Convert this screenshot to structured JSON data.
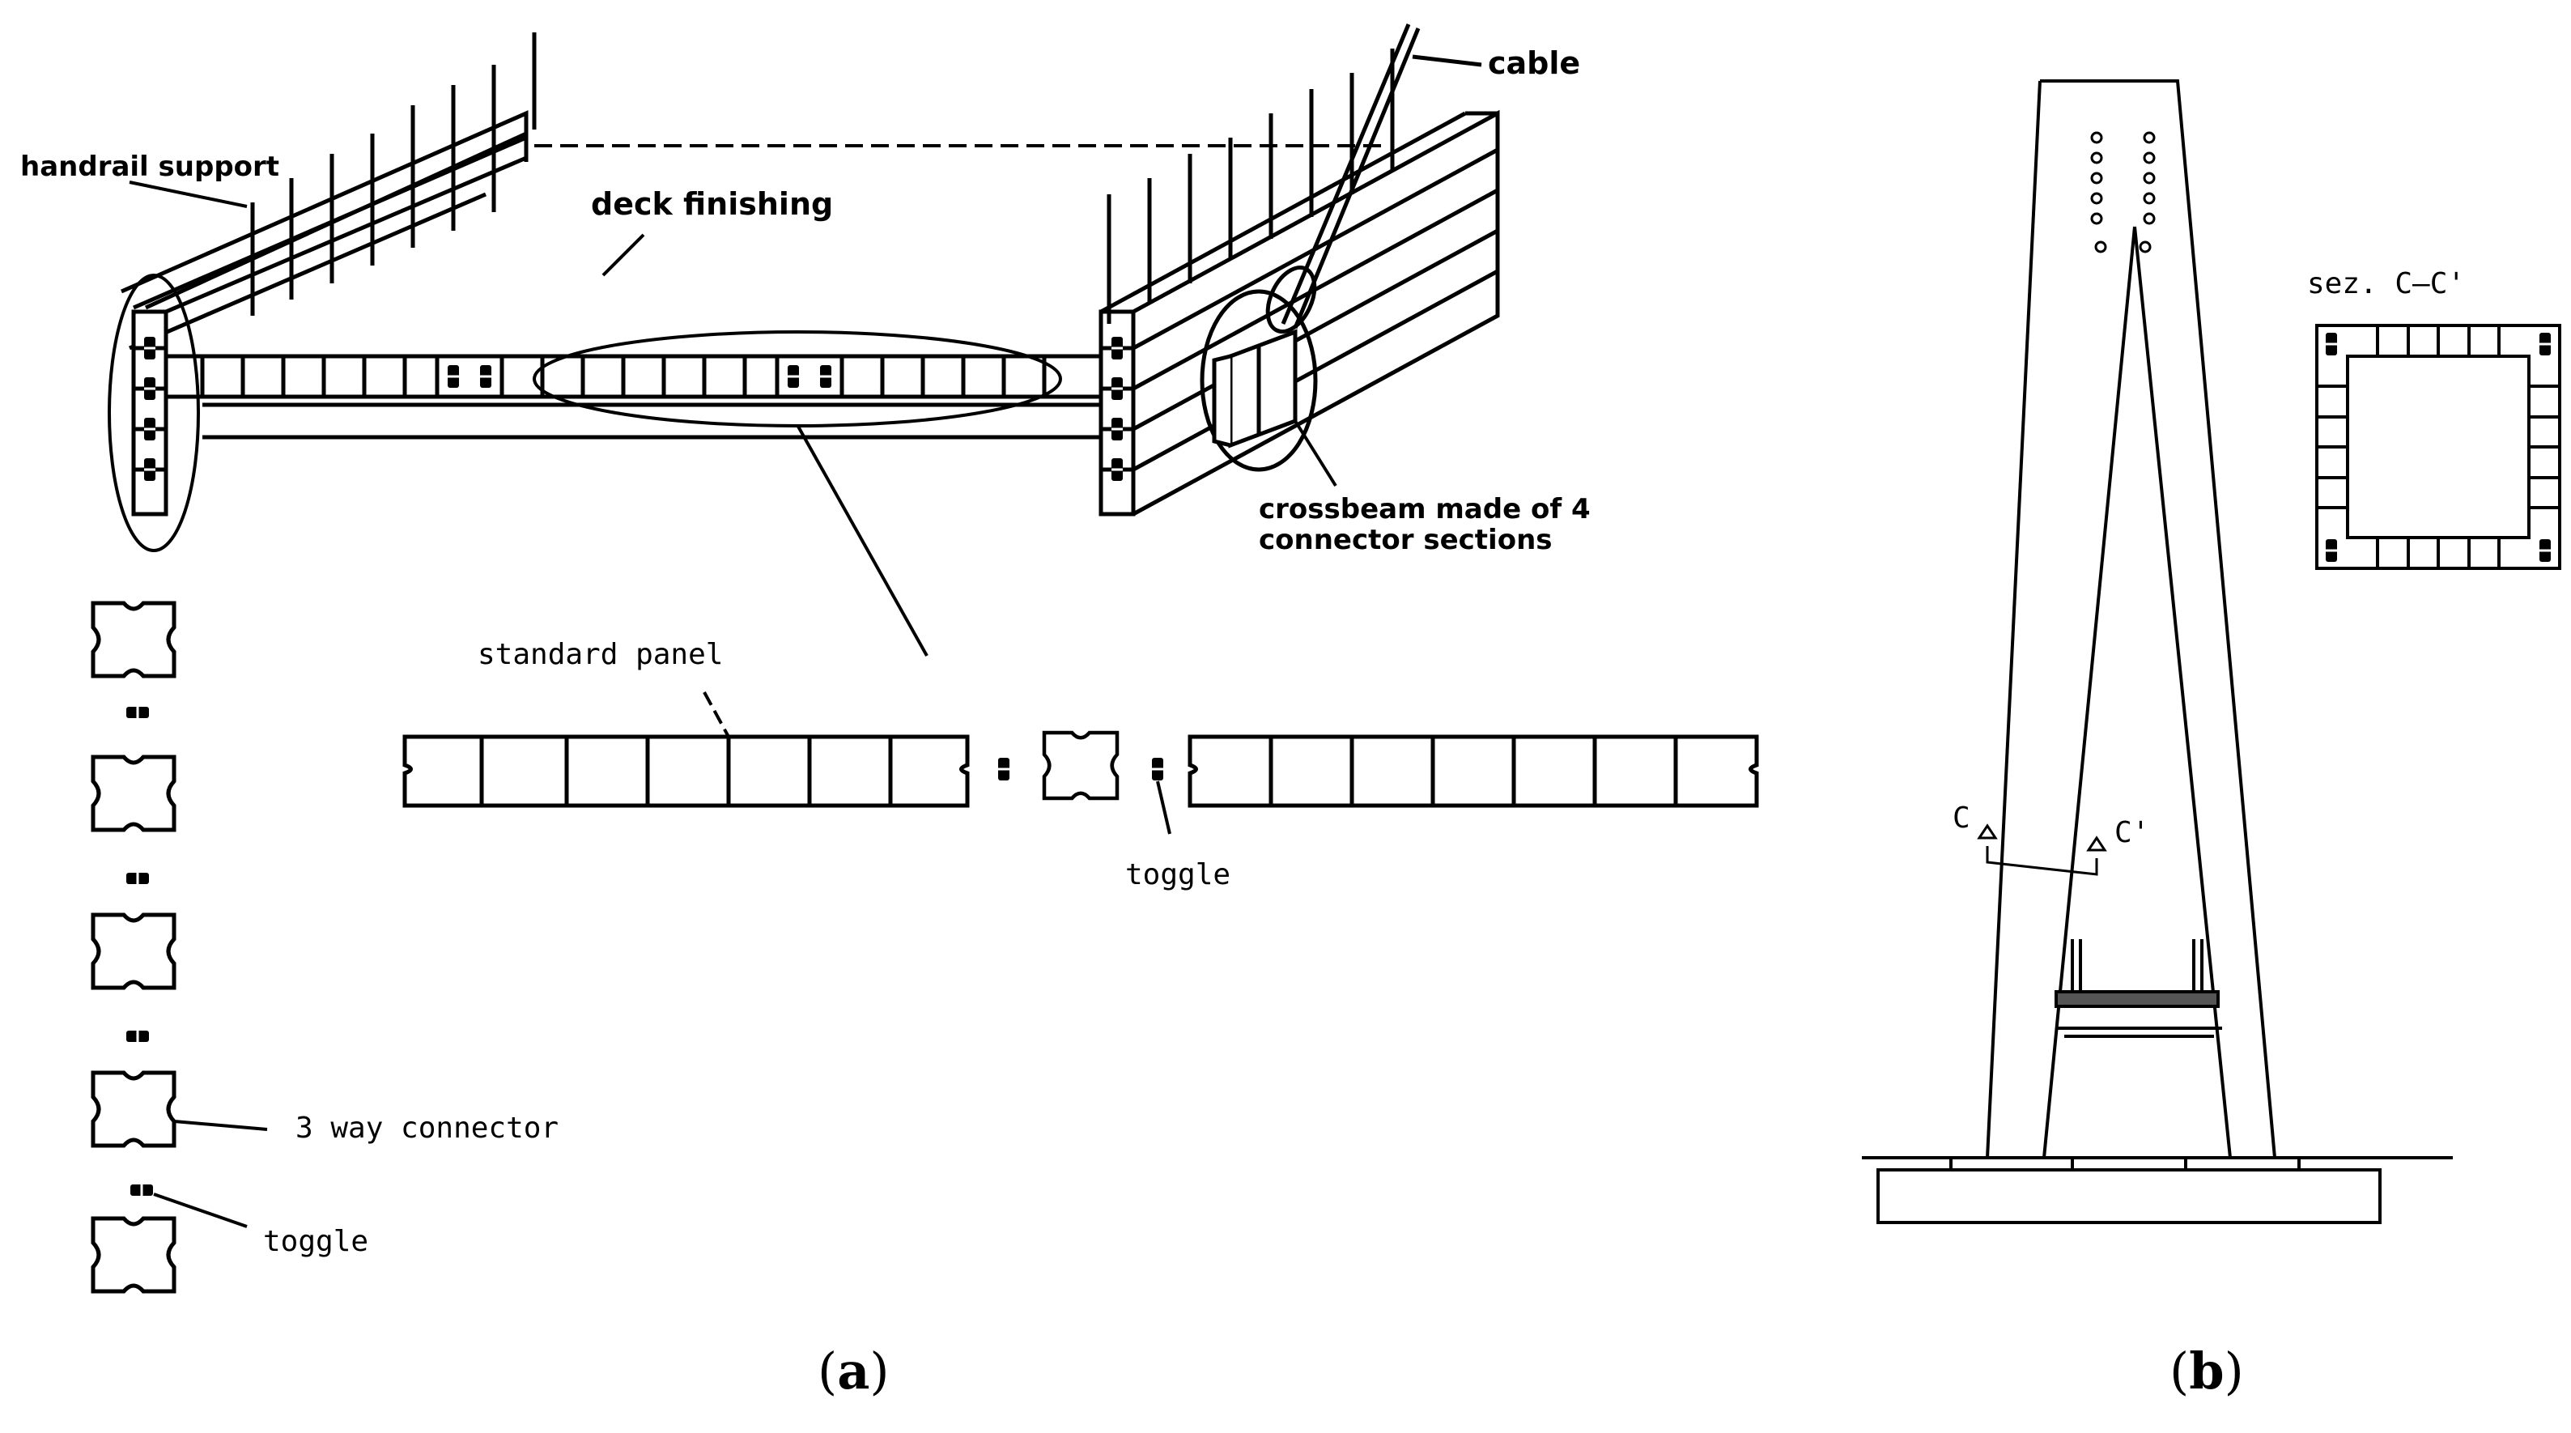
{
  "panel_a": {
    "caption_letter": "a",
    "labels": {
      "handrail_support": "handrail support",
      "deck_finishing": "deck finishing",
      "cable": "cable",
      "crossbeam_line1": "crossbeam made of 4",
      "crossbeam_line2": "connector sections",
      "standard_panel": "standard panel",
      "toggle_middle": "toggle",
      "three_way_connector": "3 way connector",
      "toggle_left": "toggle"
    }
  },
  "panel_b": {
    "caption_letter": "b",
    "labels": {
      "section_title": "sez. C–C'",
      "section_c": "C",
      "section_c_prime": "C'"
    }
  }
}
